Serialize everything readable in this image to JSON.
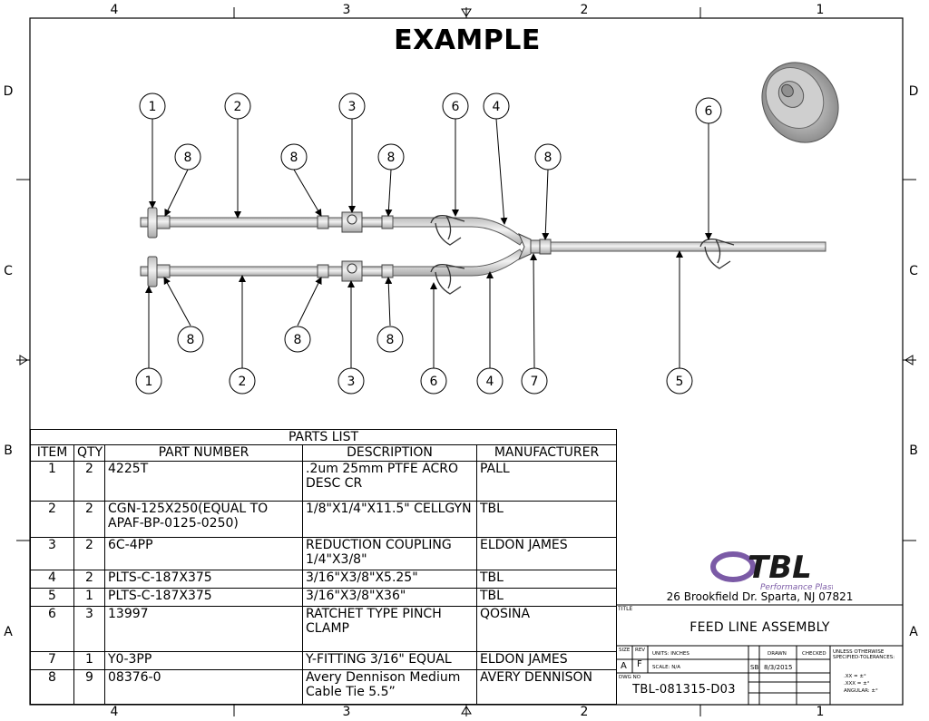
{
  "zones": {
    "columns": [
      "4",
      "3",
      "2",
      "1"
    ],
    "rows": [
      "D",
      "C",
      "B",
      "A"
    ]
  },
  "title": "EXAMPLE",
  "balloons": {
    "upper": [
      "1",
      "2",
      "3",
      "6",
      "4",
      "6"
    ],
    "upper_small": [
      "8",
      "8",
      "8",
      "8"
    ],
    "lower_small": [
      "8",
      "8",
      "8"
    ],
    "lower": [
      "1",
      "2",
      "3",
      "6",
      "4",
      "7",
      "5"
    ]
  },
  "parts_list": {
    "caption": "PARTS LIST",
    "headers": [
      "ITEM",
      "QTY",
      "PART NUMBER",
      "DESCRIPTION",
      "MANUFACTURER"
    ],
    "rows": [
      {
        "item": "1",
        "qty": "2",
        "part": "4225T",
        "desc": ".2um 25mm PTFE ACRO DESC CR",
        "mfr": "PALL"
      },
      {
        "item": "2",
        "qty": "2",
        "part": "CGN-125X250(EQUAL TO APAF-BP-0125-0250)",
        "desc": "1/8\"X1/4\"X11.5\" CELLGYN",
        "mfr": "TBL"
      },
      {
        "item": "3",
        "qty": "2",
        "part": "6C-4PP",
        "desc": "REDUCTION COUPLING 1/4\"X3/8\"",
        "mfr": "ELDON JAMES"
      },
      {
        "item": "4",
        "qty": "2",
        "part": "PLTS-C-187X375",
        "desc": "3/16\"X3/8\"X5.25\"",
        "mfr": "TBL"
      },
      {
        "item": "5",
        "qty": "1",
        "part": "PLTS-C-187X375",
        "desc": "3/16\"X3/8\"X36\"",
        "mfr": "TBL"
      },
      {
        "item": "6",
        "qty": "3",
        "part": "13997",
        "desc": "RATCHET TYPE PINCH CLAMP",
        "mfr": "QOSINA"
      },
      {
        "item": "7",
        "qty": "1",
        "part": "Y0-3PP",
        "desc": "Y-FITTING 3/16\" EQUAL",
        "mfr": "ELDON JAMES"
      },
      {
        "item": "8",
        "qty": "9",
        "part": "08376-0",
        "desc": "Avery Dennison Medium Cable Tie 5.5”",
        "mfr": "AVERY DENNISON"
      }
    ]
  },
  "title_block": {
    "logo_text": "TBL",
    "logo_subtext": "Performance Plastics",
    "address": "26 Brookfield Dr. Sparta, NJ 07821",
    "title_label": "TITLE",
    "title": "FEED LINE ASSEMBLY",
    "size_label": "SIZE",
    "size": "A",
    "rev_label": "REV",
    "rev": "F",
    "units": "UNITS: INCHES",
    "scale": "SCALE: N/A",
    "drawn_label": "DRAWN",
    "checked_label": "CHECKED",
    "drawn_by": "SB",
    "drawn_date": "8/3/2015",
    "tolerance_title": "UNLESS OTHERWISE SPECIFIED-TOLERANCES:",
    "tol_xx": ".XX = ±°",
    "tol_xxx": ".XXX = ±°",
    "tol_angular": "ANGULAR: ±°",
    "dwg_no_label": "DWG NO",
    "dwg_no": "TBL-081315-D03"
  },
  "colors": {
    "line": "#000000",
    "tube_fill": "#d9d9d9",
    "logo_purple": "#7b5aa6",
    "logo_dark": "#1a1a1a"
  }
}
